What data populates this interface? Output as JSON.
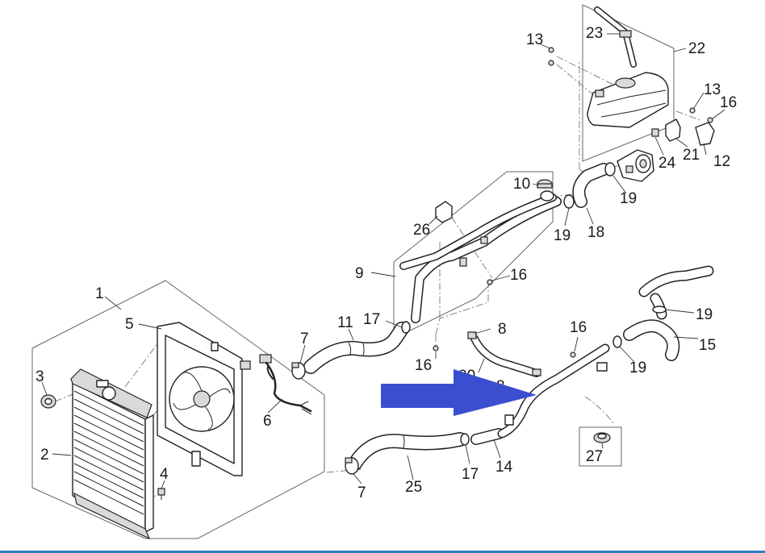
{
  "callouts": {
    "c1": "1",
    "c2": "2",
    "c3": "3",
    "c4": "4",
    "c5": "5",
    "c6": "6",
    "c7a": "7",
    "c7b": "7",
    "c8a": "8",
    "c8b": "8",
    "c9": "9",
    "c10": "10",
    "c11": "11",
    "c12": "12",
    "c13a": "13",
    "c13b": "13",
    "c14": "14",
    "c15": "15",
    "c16a": "16",
    "c16b": "16",
    "c16c": "16",
    "c16d": "16",
    "c17a": "17",
    "c17b": "17",
    "c18": "18",
    "c19a": "19",
    "c19b": "19",
    "c19c": "19",
    "c19d": "19",
    "c20": "20",
    "c21": "21",
    "c22": "22",
    "c23": "23",
    "c24": "24",
    "c25": "25",
    "c26": "26",
    "c27": "27"
  },
  "colors": {
    "highlight_arrow": "#3a4fcf",
    "bottom_rule": "#2f7fc1",
    "line": "#222222"
  }
}
